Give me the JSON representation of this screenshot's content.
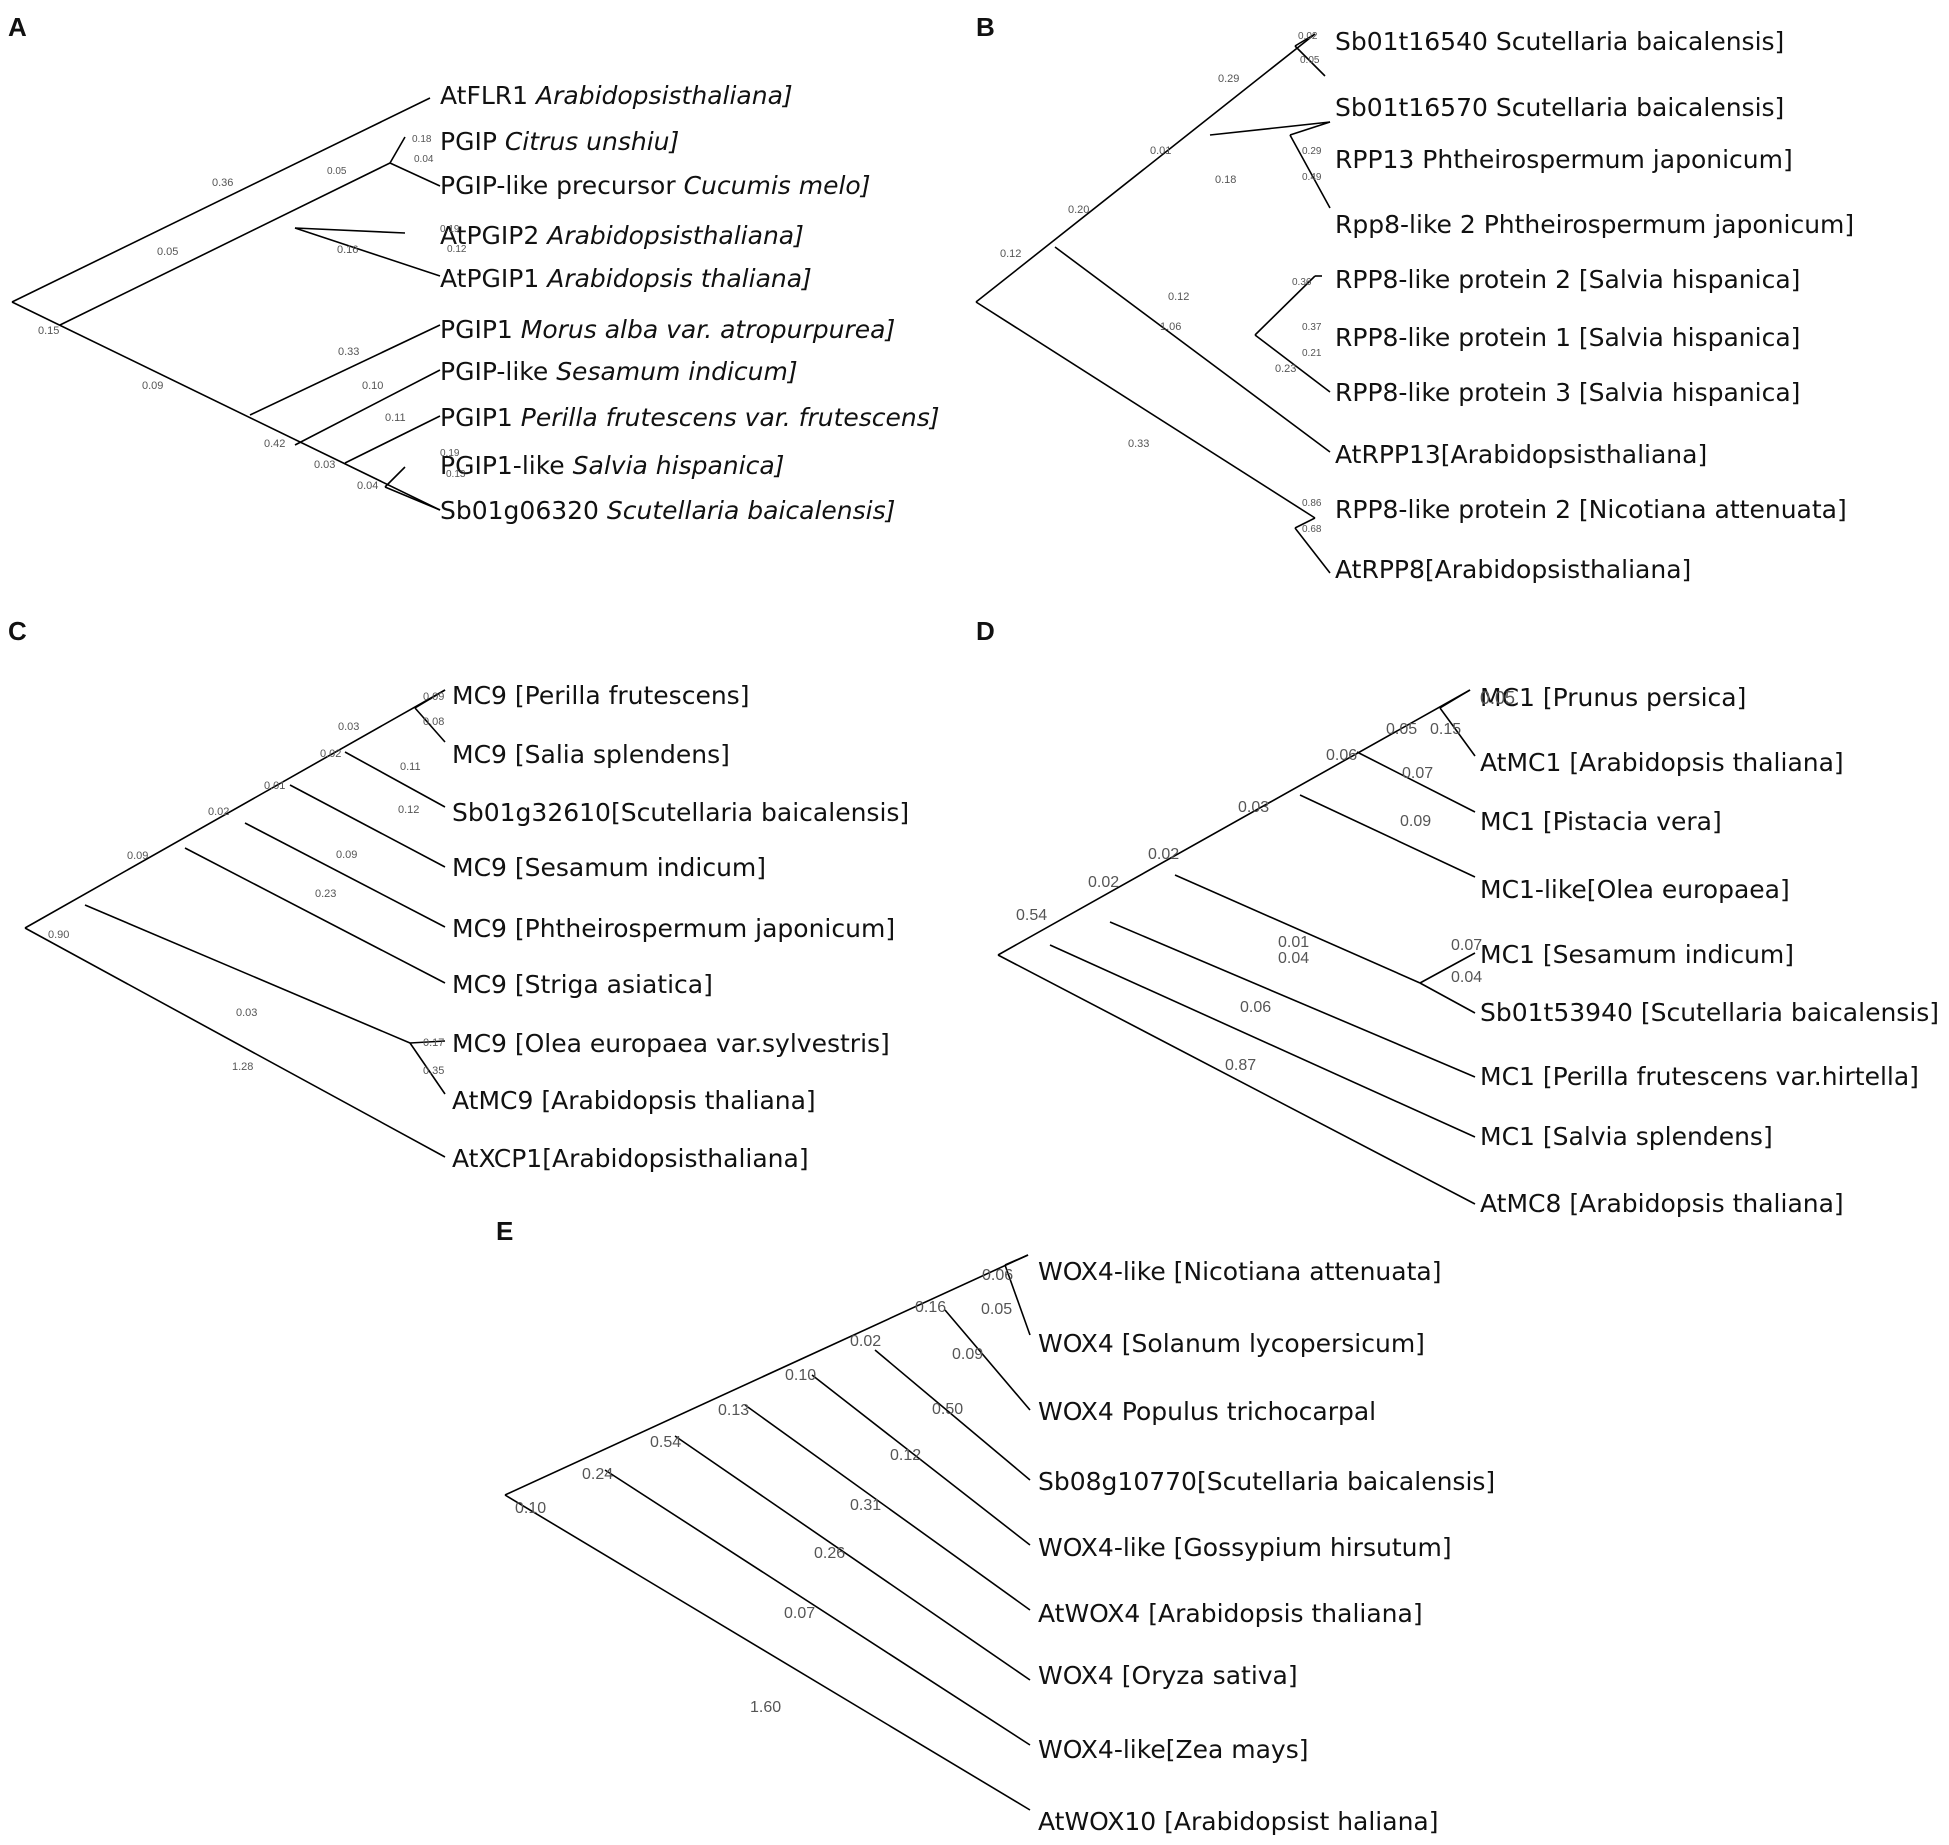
{
  "panels": [
    {
      "letter": "A",
      "leaves": [
        {
          "id": "atflr1",
          "name": "AtFLR1 ",
          "species": "Arabidopsisthaliana]",
          "italic": true
        },
        {
          "id": "pgip_citrus",
          "name": "PGIP ",
          "species": "Citrus unshiu]",
          "italic": true
        },
        {
          "id": "pgip_like_cucumis",
          "name": "PGIP-like precursor  ",
          "species": "Cucumis melo]",
          "italic": true
        },
        {
          "id": "atpgip2",
          "name": "AtPGIP2 ",
          "species": "Arabidopsisthaliana]",
          "italic": true
        },
        {
          "id": "atpgip1",
          "name": "AtPGIP1  ",
          "species": "Arabidopsis thaliana]",
          "italic": true
        },
        {
          "id": "pgip1_morus",
          "name": "PGIP1  ",
          "species": "Morus alba var. atropurpurea]",
          "italic": true
        },
        {
          "id": "pgip_like_sesamum",
          "name": "PGIP-like  ",
          "species": "Sesamum indicum]",
          "italic": true
        },
        {
          "id": "pgip1_perilla",
          "name": "PGIP1  ",
          "species": "Perilla frutescens var. frutescens]",
          "italic": true
        },
        {
          "id": "pgip1_like_salvia",
          "name": "PGIP1-like  ",
          "species": "Salvia hispanica]",
          "italic": true
        },
        {
          "id": "sb01g06320",
          "name": "Sb01g06320  ",
          "species": "Scutellaria baicalensis]",
          "italic": true
        }
      ],
      "branch_labels": [
        "0.36",
        "0.05",
        "0.05",
        "0.18",
        "0.04",
        "0.16",
        "0.19",
        "0.12",
        "0.15",
        "0.09",
        "0.33",
        "0.10",
        "0.11",
        "0.19",
        "0.13",
        "0.42",
        "0.03",
        "0.04"
      ]
    },
    {
      "letter": "B",
      "leaves": [
        {
          "id": "sb01t16540",
          "name": "Sb01t16540  Scutellaria baicalensis]",
          "species": "",
          "italic": false
        },
        {
          "id": "sb01t16570",
          "name": "Sb01t16570 Scutellaria baicalensis]",
          "species": "",
          "italic": false
        },
        {
          "id": "rpp13_phth",
          "name": "RPP13 Phtheirospermum japonicum]",
          "species": "",
          "italic": false
        },
        {
          "id": "rpp8_like2_phth",
          "name": "Rpp8-like 2  Phtheirospermum japonicum]",
          "species": "",
          "italic": false
        },
        {
          "id": "rpp8_p2_salvia",
          "name": "RPP8-like protein 2 [Salvia hispanica]",
          "species": "",
          "italic": false
        },
        {
          "id": "rpp8_p1_salvia",
          "name": "RPP8-like protein 1 [Salvia hispanica]",
          "species": "",
          "italic": false
        },
        {
          "id": "rpp8_p3_salvia",
          "name": "RPP8-like protein 3 [Salvia hispanica]",
          "species": "",
          "italic": false
        },
        {
          "id": "atrpp13",
          "name": "AtRPP13[Arabidopsisthaliana]",
          "species": "",
          "italic": false
        },
        {
          "id": "rpp8_p2_nicotiana",
          "name": "RPP8-like protein 2 [Nicotiana attenuata]",
          "species": "",
          "italic": false
        },
        {
          "id": "atrpp8",
          "name": "AtRPP8[Arabidopsisthaliana]",
          "species": "",
          "italic": false
        }
      ],
      "branch_labels": [
        "0.02",
        "0.05",
        "0.29",
        "0.01",
        "0.29",
        "0.18",
        "0.49",
        "0.20",
        "0.12",
        "0.36",
        "0.12",
        "1.06",
        "0.37",
        "0.21",
        "0.23",
        "0.33",
        "0.86",
        "0.68"
      ]
    },
    {
      "letter": "C",
      "leaves": [
        {
          "id": "mc9_perilla",
          "name": "MC9 [Perilla frutescens]",
          "species": "",
          "italic": false
        },
        {
          "id": "mc9_salia",
          "name": "MC9 [Salia splendens]",
          "species": "",
          "italic": false
        },
        {
          "id": "sb01g32610",
          "name": "Sb01g32610[Scutellaria baicalensis]",
          "species": "",
          "italic": false
        },
        {
          "id": "mc9_sesamum",
          "name": "MC9  [Sesamum indicum]",
          "species": "",
          "italic": false
        },
        {
          "id": "mc9_phth",
          "name": "MC9 [Phtheirospermum japonicum]",
          "species": "",
          "italic": false
        },
        {
          "id": "mc9_striga",
          "name": "MC9 [Striga asiatica]",
          "species": "",
          "italic": false
        },
        {
          "id": "mc9_olea",
          "name": "MC9 [Olea europaea var.sylvestris]",
          "species": "",
          "italic": false
        },
        {
          "id": "atmc9",
          "name": "AtMC9 [Arabidopsis thaliana]",
          "species": "",
          "italic": false
        },
        {
          "id": "atxcp1",
          "name": "AtXCP1[Arabidopsisthaliana]",
          "species": "",
          "italic": false
        }
      ],
      "branch_labels": [
        "0.09",
        "0.08",
        "0.03",
        "0.02",
        "0.11",
        "0.01",
        "0.12",
        "0.02",
        "0.09",
        "0.09",
        "0.23",
        "0.90",
        "0.03",
        "0.17",
        "0.35",
        "1.28"
      ]
    },
    {
      "letter": "D",
      "leaves": [
        {
          "id": "mc1_prunus",
          "name": "MC1 [Prunus persica]",
          "species": "",
          "italic": false
        },
        {
          "id": "atmc1",
          "name": "AtMC1 [Arabidopsis thaliana]",
          "species": "",
          "italic": false
        },
        {
          "id": "mc1_pistacia",
          "name": "MC1 [Pistacia vera]",
          "species": "",
          "italic": false
        },
        {
          "id": "mc1_like_olea",
          "name": "MC1-like[Olea europaea]",
          "species": "",
          "italic": false
        },
        {
          "id": "mc1_sesamum",
          "name": "MC1 [Sesamum indicum]",
          "species": "",
          "italic": false
        },
        {
          "id": "sb01t53940",
          "name": "Sb01t53940 [Scutellaria baicalensis]",
          "species": "",
          "italic": false
        },
        {
          "id": "mc1_perilla",
          "name": "MC1 [Perilla frutescens var.hirtella]",
          "species": "",
          "italic": false
        },
        {
          "id": "mc1_salvia",
          "name": "MC1 [Salvia splendens]",
          "species": "",
          "italic": false
        },
        {
          "id": "atmc8",
          "name": "AtMC8 [Arabidopsis thaliana]",
          "species": "",
          "italic": false
        }
      ],
      "branch_labels": [
        "0.05",
        "0.05",
        "0.15",
        "0.06",
        "0.07",
        "0.03",
        "0.09",
        "0.02",
        "0.02",
        "0.54",
        "0.01",
        "0.04",
        "0.07",
        "0.04",
        "0.06",
        "0.87"
      ]
    },
    {
      "letter": "E",
      "leaves": [
        {
          "id": "wox4_like_nicotiana",
          "name": "WOX4-like [Nicotiana attenuata]",
          "species": "",
          "italic": false
        },
        {
          "id": "wox4_solanum",
          "name": "WOX4 [Solanum lycopersicum]",
          "species": "",
          "italic": false
        },
        {
          "id": "wox4_populus",
          "name": "WOX4 Populus trichocarpal",
          "species": "",
          "italic": false
        },
        {
          "id": "sb08g10770",
          "name": "Sb08g10770[Scutellaria baicalensis]",
          "species": "",
          "italic": false
        },
        {
          "id": "wox4_like_gossypium",
          "name": "WOX4-like [Gossypium hirsutum]",
          "species": "",
          "italic": false
        },
        {
          "id": "atwox4",
          "name": "AtWOX4 [Arabidopsis thaliana]",
          "species": "",
          "italic": false
        },
        {
          "id": "wox4_oryza",
          "name": "WOX4 [Oryza sativa]",
          "species": "",
          "italic": false
        },
        {
          "id": "wox4_like_zea",
          "name": "WOX4-like[Zea mays]",
          "species": "",
          "italic": false
        },
        {
          "id": "atwox10",
          "name": "AtWOX10 [Arabidopsist haliana]",
          "species": "",
          "italic": false
        }
      ],
      "branch_labels": [
        "0.06",
        "0.16",
        "0.05",
        "0.02",
        "0.09",
        "0.10",
        "0.50",
        "0.13",
        "0.12",
        "0.54",
        "0.31",
        "0.24",
        "0.26",
        "0.10",
        "0.07",
        "1.60"
      ]
    }
  ]
}
